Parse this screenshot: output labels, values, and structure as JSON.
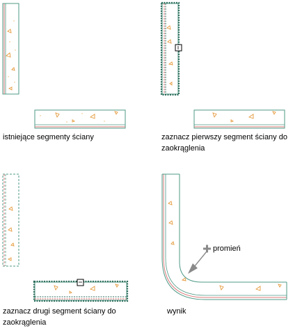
{
  "panels": [
    {
      "id": "existing",
      "caption_lines": [
        "istniejące segmenty ściany"
      ]
    },
    {
      "id": "select-first",
      "caption_lines": [
        "zaznacz pierwszy segment ściany do",
        "zaokrąglenia"
      ]
    },
    {
      "id": "select-second",
      "caption_lines": [
        "zaznacz drugi segment ściany do",
        "zaokrąglenia"
      ]
    },
    {
      "id": "result",
      "caption_lines": [
        "wynik"
      ]
    }
  ],
  "callout": {
    "label": "promień"
  },
  "colors": {
    "wall_outline": "#4f9a86",
    "wall_inner_red": "#d97b7b",
    "hatch_orange": "#e59a3c",
    "selection": "#2e6d5c",
    "arrow_gray": "#8a8a8a"
  }
}
